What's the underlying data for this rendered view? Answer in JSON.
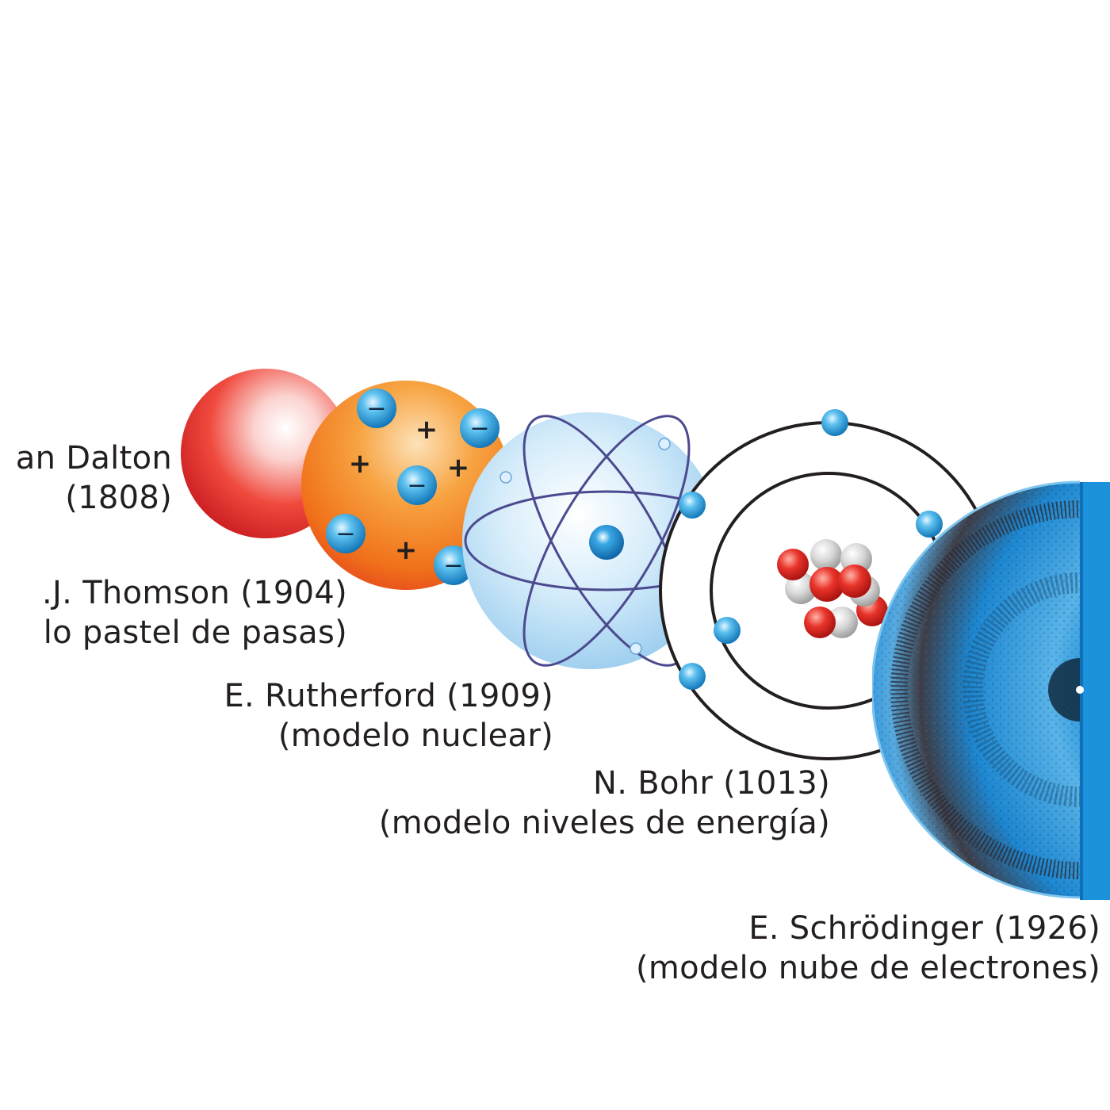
{
  "models": [
    {
      "id": "dalton",
      "name": "an Dalton",
      "detail": "(1808)"
    },
    {
      "id": "thomson",
      "name": ".J. Thomson (1904)",
      "detail": "lo pastel de pasas)"
    },
    {
      "id": "rutherford",
      "name": "E. Rutherford (1909)",
      "detail": "(modelo nuclear)"
    },
    {
      "id": "bohr",
      "name": "N. Bohr (1013)",
      "detail": "(modelo niveles de energía)"
    },
    {
      "id": "schrodinger",
      "name": "E. Schrödinger (1926)",
      "detail": "(modelo nube de electrones)"
    }
  ],
  "thomson_charges": {
    "plus": "+",
    "minus": "−"
  },
  "colors": {
    "dalton_red": "#e8262b",
    "thomson_orange": "#f07c1b",
    "electron_blue": "#1a8fd6",
    "rutherford_sphere": "#bfe0f6",
    "orbit_purple": "#4c4a8f",
    "schrodinger_blue": "#1c8fd8",
    "nucleus_red": "#d9261c",
    "text": "#231f20"
  },
  "icons": [
    "dalton-sphere-icon",
    "thomson-sphere-icon",
    "rutherford-atom-icon",
    "bohr-atom-icon",
    "schrodinger-cloud-icon"
  ]
}
